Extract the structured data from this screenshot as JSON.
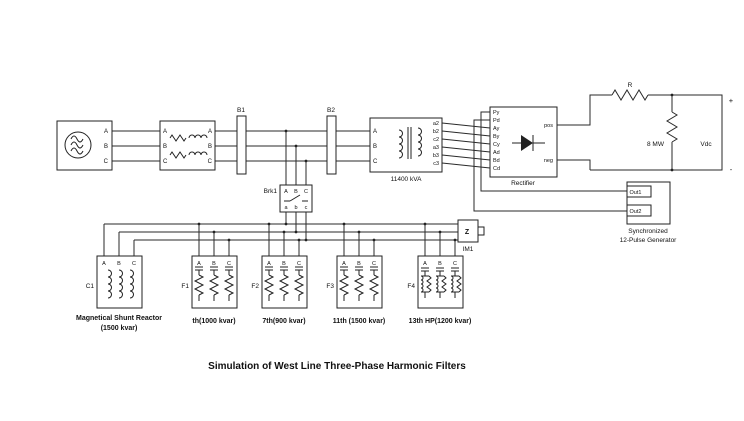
{
  "title": "Simulation of West Line Three-Phase Harmonic Filters",
  "colors": {
    "wire": "#2a2a2a",
    "text": "#111111",
    "background": "#ffffff"
  },
  "source": {
    "ports_right": [
      "A",
      "B",
      "C"
    ]
  },
  "transformer1": {
    "ports_left": [
      "A",
      "B",
      "C"
    ],
    "ports_right": [
      "A",
      "B",
      "C"
    ]
  },
  "bus1": {
    "label": "B1"
  },
  "bus2": {
    "label": "B2"
  },
  "transformer2": {
    "label": "11400 kVA",
    "ports_left": [
      "A",
      "B",
      "C"
    ],
    "ports_right": [
      "a2",
      "b2",
      "c2",
      "a3",
      "b3",
      "c3"
    ]
  },
  "rectifier": {
    "label": "Rectifier",
    "ports_left": [
      "Py",
      "Pd",
      "Ay",
      "By",
      "Cy",
      "Ad",
      "Bd",
      "Cd"
    ],
    "ports_right": [
      "pos",
      "neg"
    ]
  },
  "load": {
    "resistor": "R",
    "power": "8 MW",
    "meter": "Vdc",
    "plus": "+",
    "minus": "-"
  },
  "pulse_generator": {
    "ports": [
      "Out1",
      "Out2"
    ],
    "caption": [
      "Synchronized",
      "12-Pulse Generator"
    ]
  },
  "breaker": {
    "label": "Brk1",
    "ports_top": [
      "A",
      "B",
      "C"
    ],
    "ports_bottom": [
      "a",
      "b",
      "c"
    ]
  },
  "impedance_meter": {
    "symbol": "Z",
    "label": "IM1"
  },
  "filters": [
    {
      "name": "C1",
      "ports": [
        "A",
        "B",
        "C"
      ],
      "caption": [
        "Magnetical Shunt Reactor",
        "(1500 kvar)"
      ]
    },
    {
      "name": "F1",
      "ports": [
        "A",
        "B",
        "C"
      ],
      "caption": [
        "th(1000 kvar)"
      ]
    },
    {
      "name": "F2",
      "ports": [
        "A",
        "B",
        "C"
      ],
      "caption": [
        "7th(900 kvar)"
      ]
    },
    {
      "name": "F3",
      "ports": [
        "A",
        "B",
        "C"
      ],
      "caption": [
        "11th (1500 kvar)"
      ]
    },
    {
      "name": "F4",
      "ports": [
        "A",
        "B",
        "C"
      ],
      "caption": [
        "13th HP(1200 kvar)"
      ]
    }
  ]
}
